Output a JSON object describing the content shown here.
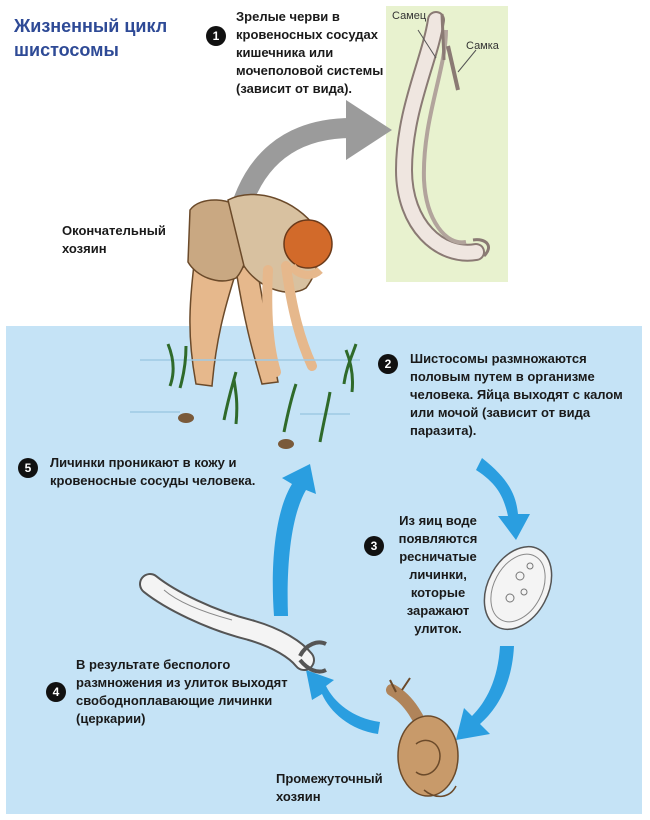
{
  "title": "Жизненный цикл шистосомы",
  "colors": {
    "water": "#c5e3f6",
    "cycle_arrow": "#2a9ee0",
    "host_arrow": "#9b9b9b",
    "worm_panel": "#e8f2cf",
    "title": "#2e4a96"
  },
  "steps": [
    {
      "number": "1",
      "text": "Зрелые черви в кровеносных сосудах кишечника или мочеполовой системы (зависит от вида)."
    },
    {
      "number": "2",
      "text": "Шистосомы размножаются половым путем в организме человека. Яйца выходят с калом или мочой (зависит от вида паразита)."
    },
    {
      "number": "3",
      "text": "Из яиц воде появляются ресничатые личинки, которые заражают улиток."
    },
    {
      "number": "4",
      "text": "В результате бесполого размножения из улиток выходят свободноплавающие личинки (церкарии)"
    },
    {
      "number": "5",
      "text": "Личинки проникают в кожу и кровеносные сосуды человека."
    }
  ],
  "labels": {
    "definitive_host": "Окончательный хозяин",
    "intermediate_host": "Промежуточный хозяин",
    "male": "Самец",
    "female": "Самка"
  }
}
